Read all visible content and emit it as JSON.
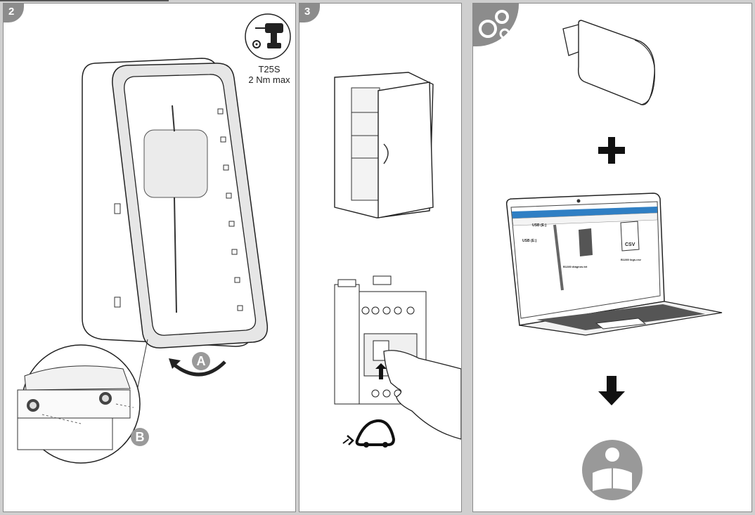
{
  "steps": {
    "panel_2": {
      "number": "2",
      "tool_caption_line1": "T25S",
      "tool_caption_line2": "2 Nm max",
      "label_a": "A",
      "label_b": "B"
    },
    "panel_3": {
      "number": "3"
    },
    "panel_4": {
      "window_title_path": "USB (E:)",
      "sidebar_label": "USB (E:)",
      "file_1_name": "B1280 diagnos.txt",
      "file_2_name": "B1280 logs.csv",
      "file_2_type": "CSV"
    }
  },
  "icons": [
    "screwdriver-drill-icon",
    "torx-icon",
    "gears-icon",
    "usb-stick-icon",
    "plus-icon",
    "laptop-icon",
    "down-arrow-icon",
    "reading-person-icon",
    "electric-car-plug-icon"
  ],
  "colors": {
    "badge_gray": "#8c8c8c",
    "window_accent": "#2f7fc4"
  }
}
